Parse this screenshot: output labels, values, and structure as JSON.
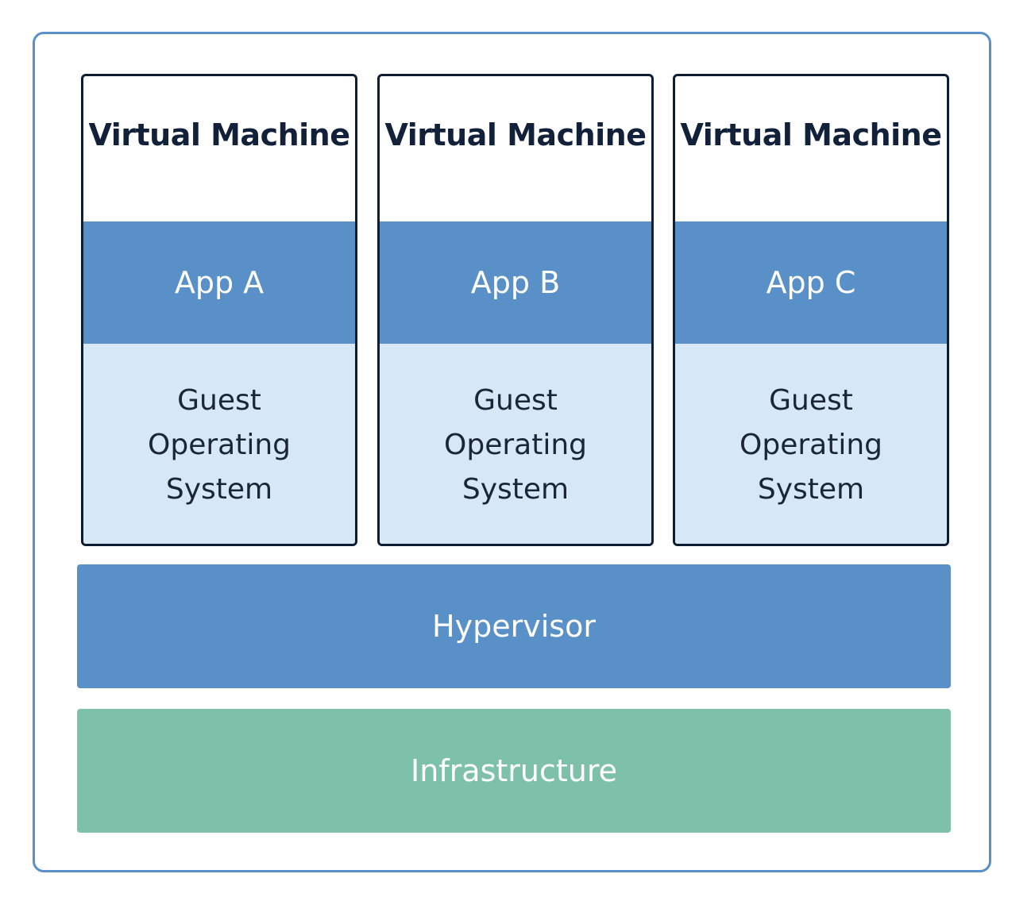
{
  "colors": {
    "frame_border": "#5a90c8",
    "vm_border": "#0f1d33",
    "app_layer": "#5a90c8",
    "guest_os_layer": "#d6e7f6",
    "hypervisor": "#5a90c8",
    "infrastructure": "#7ec1ab"
  },
  "virtual_machines": [
    {
      "title": "Virtual Machine",
      "app": "App A",
      "os_lines": [
        "Guest",
        "Operating",
        "System"
      ]
    },
    {
      "title": "Virtual Machine",
      "app": "App B",
      "os_lines": [
        "Guest",
        "Operating",
        "System"
      ]
    },
    {
      "title": "Virtual Machine",
      "app": "App C",
      "os_lines": [
        "Guest",
        "Operating",
        "System"
      ]
    }
  ],
  "hypervisor": {
    "label": "Hypervisor"
  },
  "infrastructure": {
    "label": "Infrastructure"
  }
}
